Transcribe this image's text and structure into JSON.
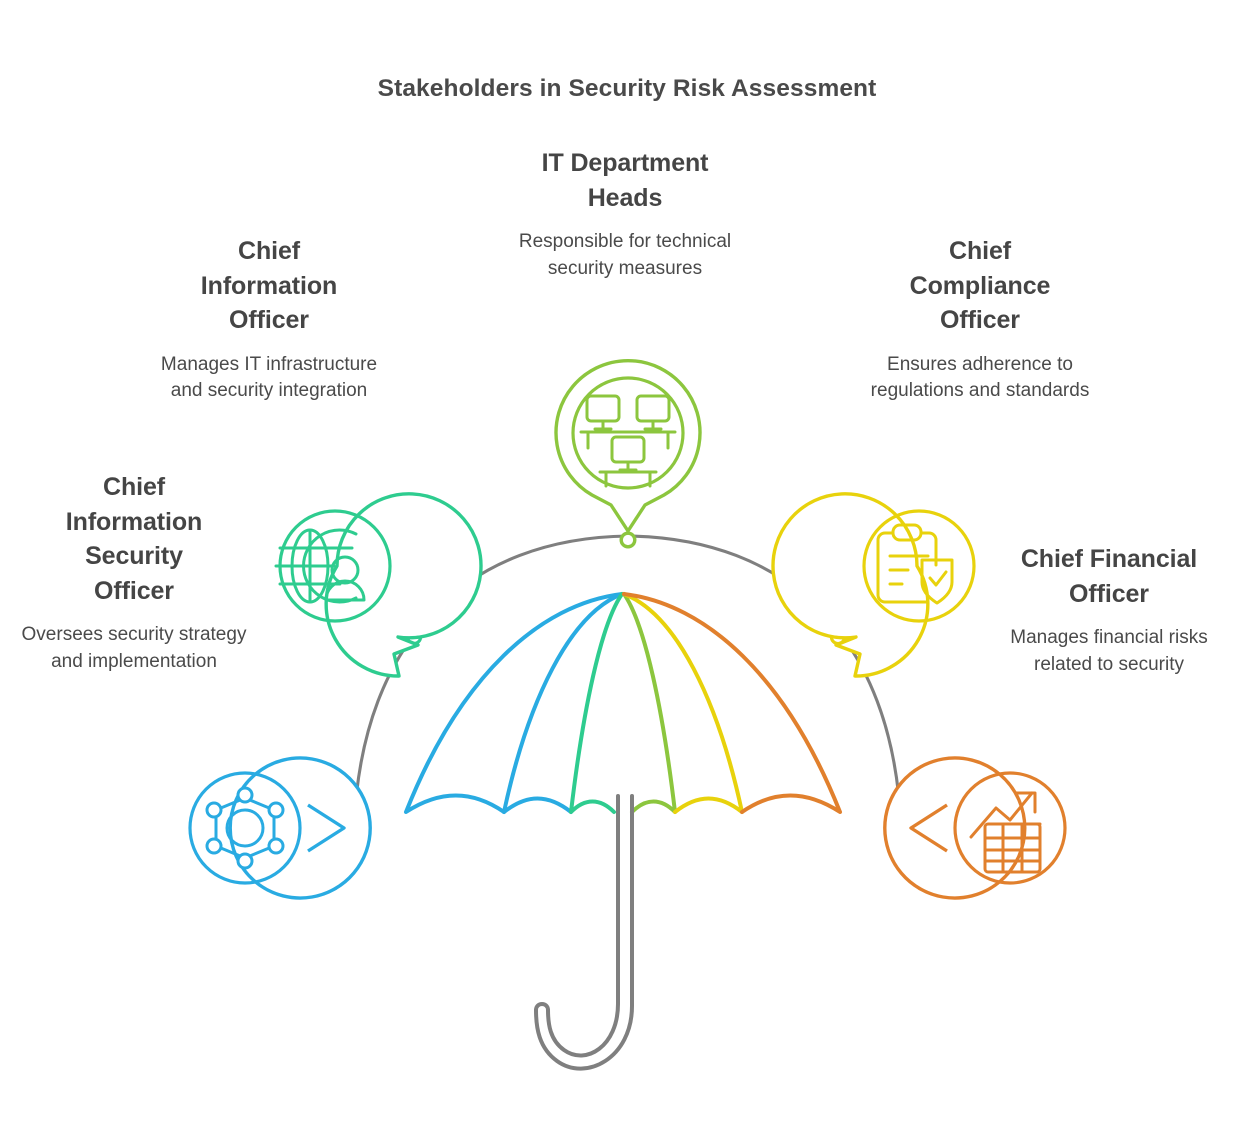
{
  "title": "Stakeholders in Security Risk Assessment",
  "theme": {
    "title_color": "#4a4a4a",
    "text_color": "#4a4a4a",
    "canopy_color": "#7f7f7f",
    "handle_color": "#7f7f7f",
    "background": "#ffffff"
  },
  "stakeholders": [
    {
      "id": "cio",
      "title": "Chief\nInformation\nOfficer",
      "title_line1": "Chief",
      "title_line2": "Information",
      "title_line3": "Officer",
      "description": "Manages IT infrastructure and security integration",
      "color": "#2ecc8f",
      "icon": "globe-person-icon",
      "position": "upper-left"
    },
    {
      "id": "it-department-heads",
      "title": "IT Department Heads",
      "title_line1": "IT Department",
      "title_line2": "Heads",
      "description": "Responsible for technical security measures",
      "color": "#8cc63e",
      "icon": "workstations-icon",
      "position": "top-center"
    },
    {
      "id": "cco",
      "title": "Chief Compliance Officer",
      "title_line1": "Chief",
      "title_line2": "Compliance",
      "title_line3": "Officer",
      "description": "Ensures adherence to regulations and standards",
      "color": "#e8d20c",
      "icon": "clipboard-shield-check-icon",
      "position": "upper-right"
    },
    {
      "id": "ciso",
      "title": "Chief Information Security Officer",
      "title_line1": "Chief",
      "title_line2": "Information",
      "title_line3": "Security",
      "title_line4": "Officer",
      "description": "Oversees security strategy and implementation",
      "color": "#29abe2",
      "icon": "security-network-nodes-icon",
      "position": "lower-left"
    },
    {
      "id": "cfo",
      "title": "Chief Financial Officer",
      "title_line1": "Chief Financial",
      "title_line2": "Officer",
      "description": "Manages financial risks related to security",
      "color": "#e1802d",
      "icon": "growth-chart-spreadsheet-icon",
      "position": "lower-right"
    }
  ],
  "umbrella": {
    "panel_colors": [
      "#29abe2",
      "#29abe2",
      "#2ecc8f",
      "#8cc63e",
      "#e8d20c",
      "#e1802d"
    ],
    "rib_colors": [
      "#29abe2",
      "#2ecc8f",
      "#8cc63e",
      "#e8d20c",
      "#e1802d"
    ],
    "shaft_color": "#7f7f7f"
  }
}
